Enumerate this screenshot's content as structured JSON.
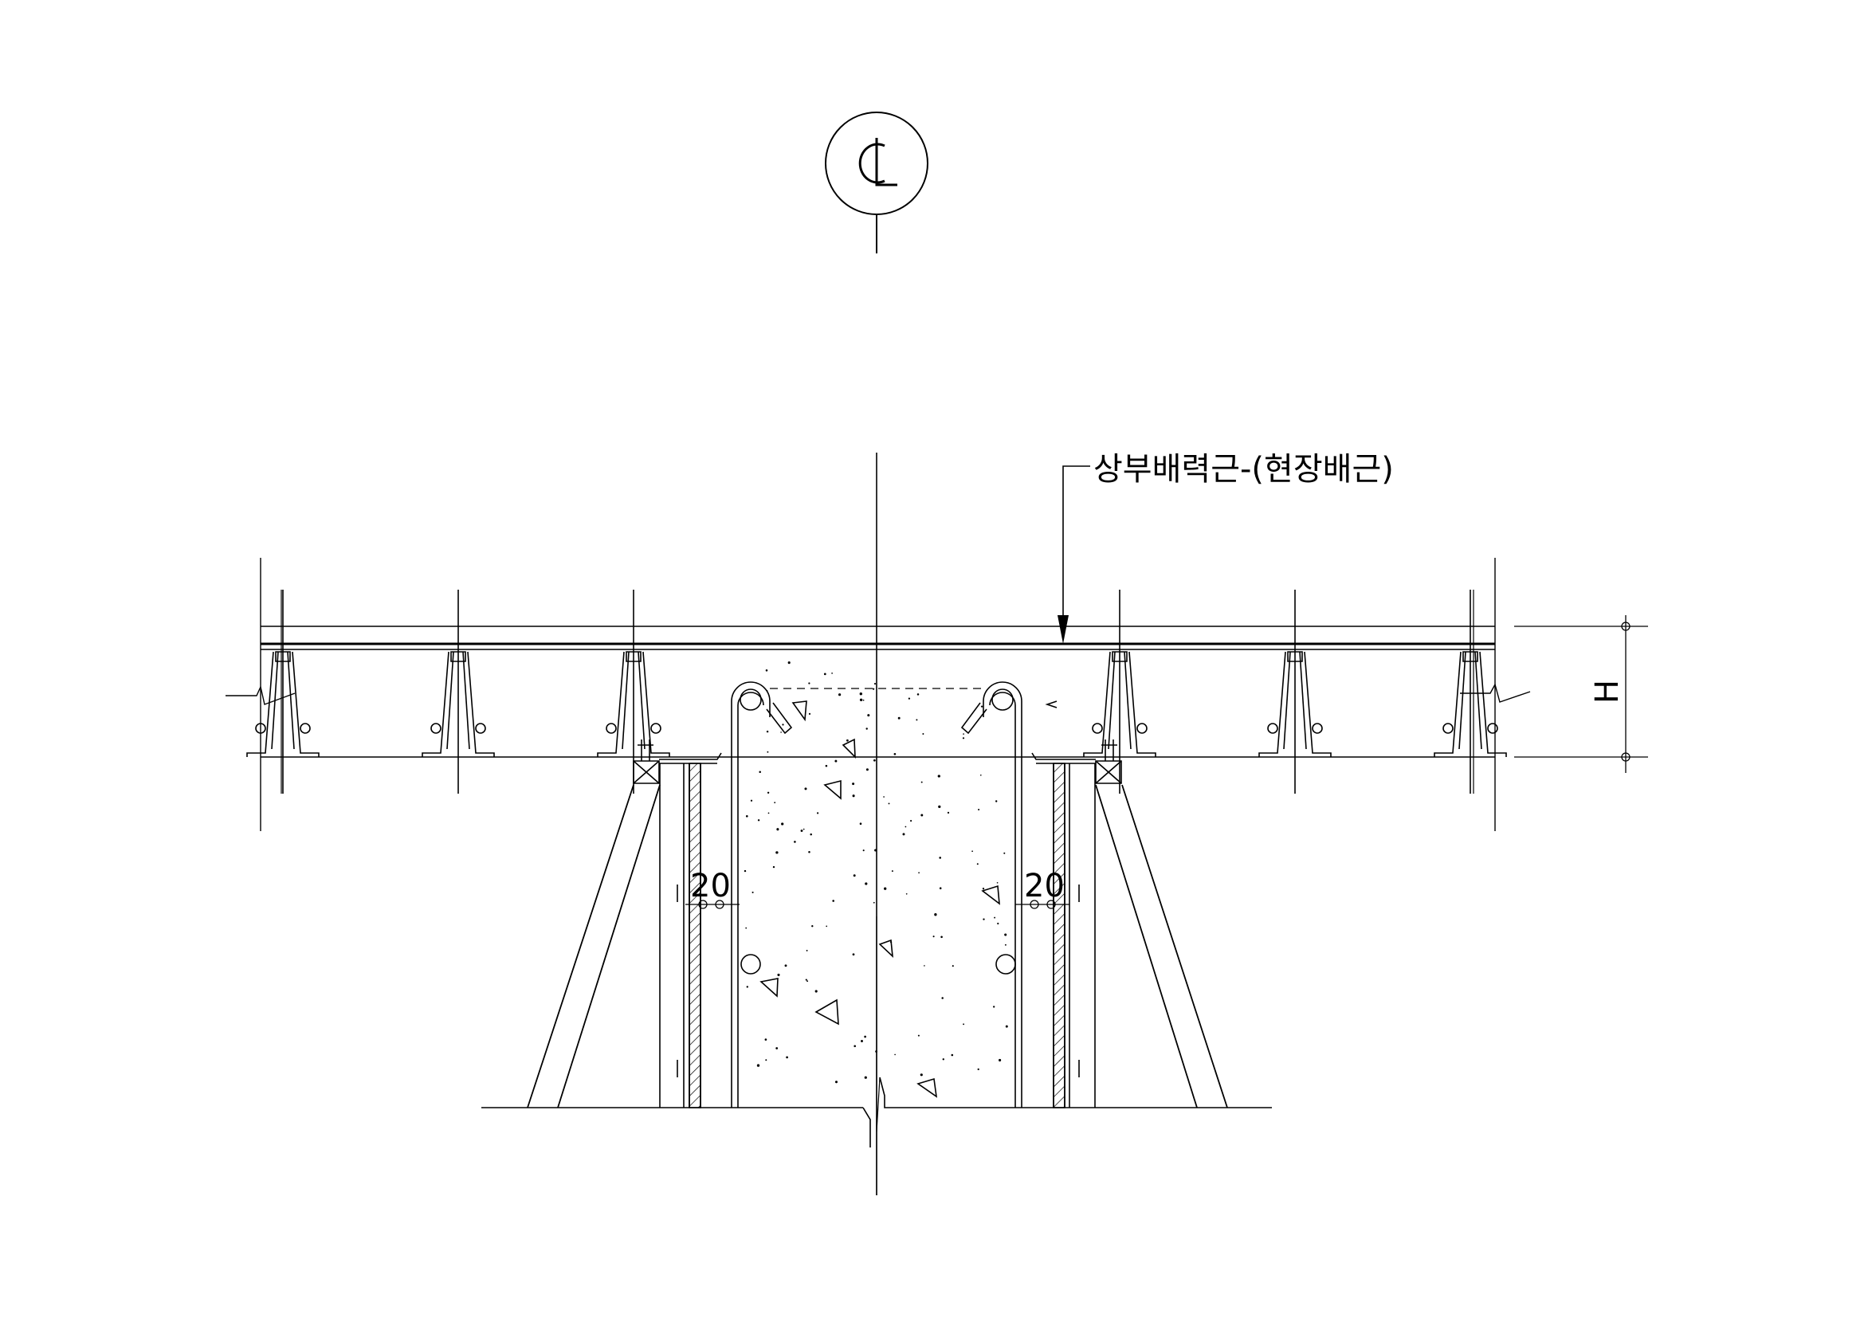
{
  "centerline": {
    "symbol": "CL"
  },
  "labels": {
    "top_rebar": "상부배력근-(현장배근)",
    "dim_left": "20",
    "dim_right": "20",
    "height_mark": "H"
  }
}
